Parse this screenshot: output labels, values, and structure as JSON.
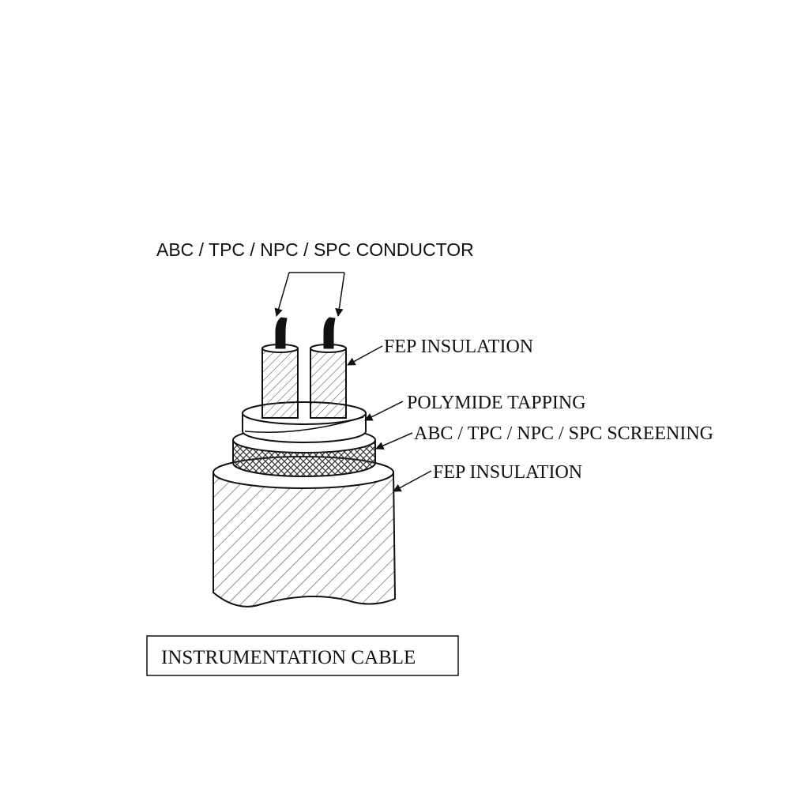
{
  "labels": {
    "conductor": "ABC / TPC / NPC / SPC CONDUCTOR",
    "inner_insulation": "FEP INSULATION",
    "tapping": "POLYMIDE TAPPING",
    "screening": "ABC / TPC / NPC / SPC SCREENING",
    "outer_insulation": "FEP INSULATION"
  },
  "title": "INSTRUMENTATION CABLE",
  "colors": {
    "ink": "#111111",
    "background": "#ffffff"
  }
}
